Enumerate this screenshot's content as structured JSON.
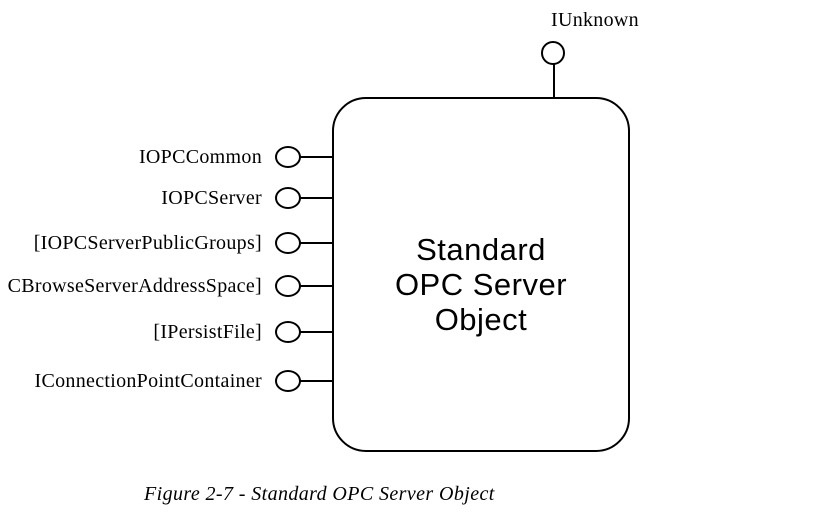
{
  "figure": {
    "caption": "Figure 2-7 - Standard OPC Server Object"
  },
  "server_box": {
    "title_lines": [
      "Standard",
      "OPC Server",
      "Object"
    ]
  },
  "top_interface": {
    "label": "IUnknown"
  },
  "left_interfaces": [
    {
      "label": "IOPCCommon"
    },
    {
      "label": "IOPCServer"
    },
    {
      "label": "[IOPCServerPublicGroups]"
    },
    {
      "label": "CBrowseServerAddressSpace]"
    },
    {
      "label": "[IPersistFile]"
    },
    {
      "label": "IConnectionPointContainer"
    }
  ],
  "colors": {
    "stroke": "#000000",
    "text": "#000000",
    "background": "#ffffff"
  }
}
